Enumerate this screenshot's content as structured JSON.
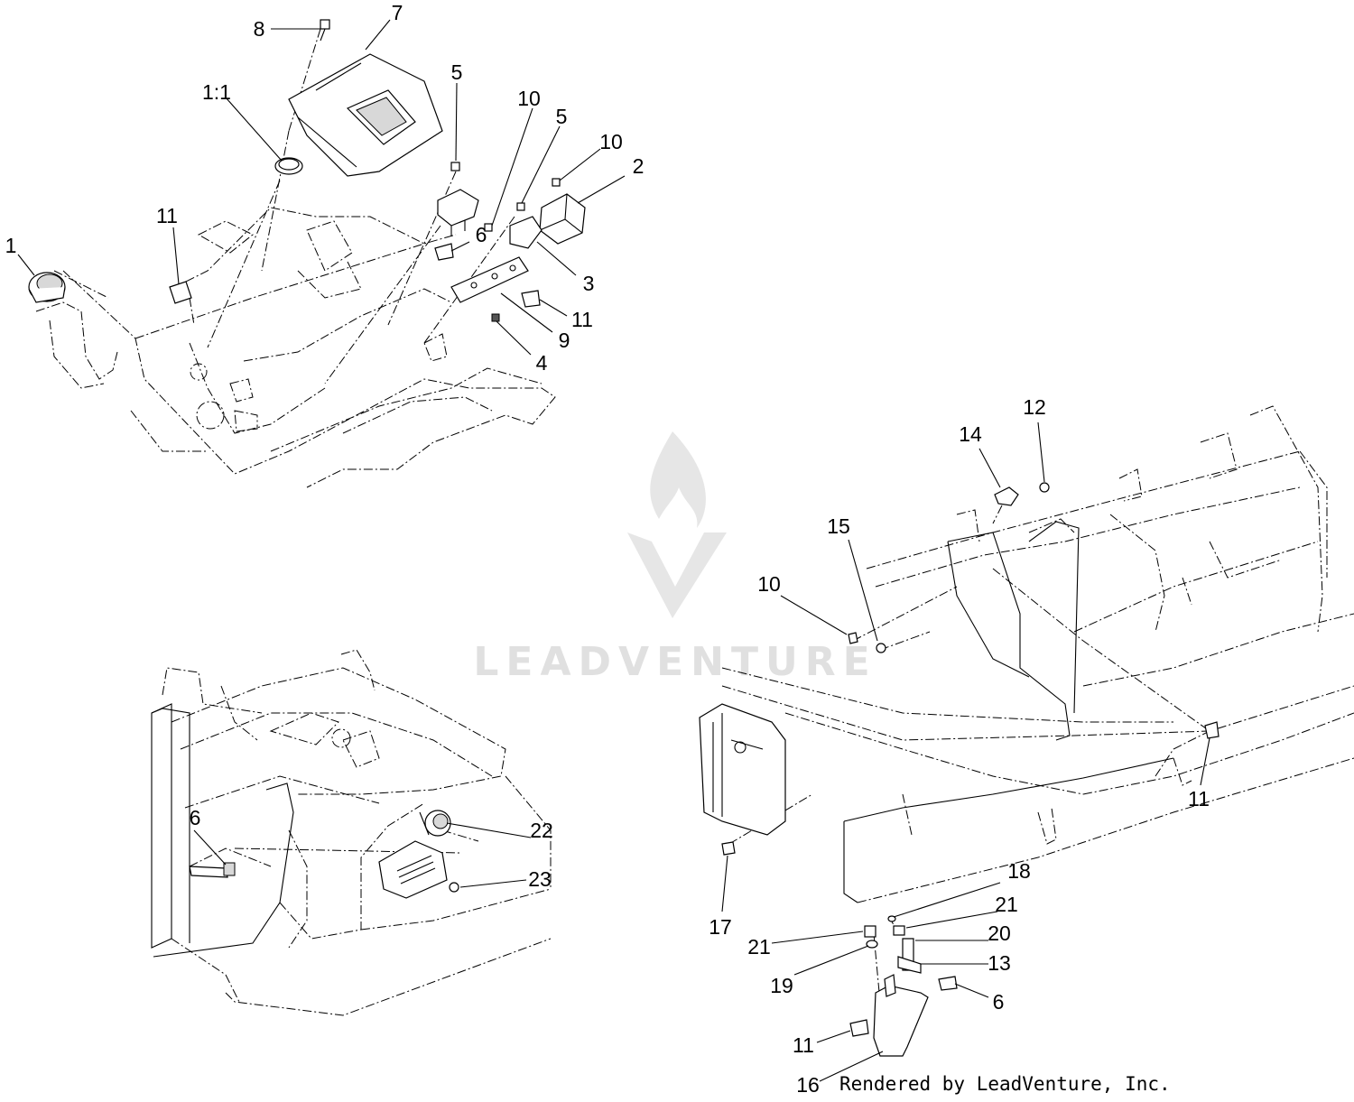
{
  "callouts": [
    {
      "id": "8",
      "label": "8"
    },
    {
      "id": "7",
      "label": "7"
    },
    {
      "id": "1_1",
      "label": "1:1"
    },
    {
      "id": "5a",
      "label": "5"
    },
    {
      "id": "10a",
      "label": "10"
    },
    {
      "id": "5b",
      "label": "5"
    },
    {
      "id": "10b",
      "label": "10"
    },
    {
      "id": "2",
      "label": "2"
    },
    {
      "id": "11a",
      "label": "11"
    },
    {
      "id": "6a",
      "label": "6"
    },
    {
      "id": "1",
      "label": "1"
    },
    {
      "id": "3",
      "label": "3"
    },
    {
      "id": "11b",
      "label": "11"
    },
    {
      "id": "9",
      "label": "9"
    },
    {
      "id": "4",
      "label": "4"
    },
    {
      "id": "12",
      "label": "12"
    },
    {
      "id": "14",
      "label": "14"
    },
    {
      "id": "15",
      "label": "15"
    },
    {
      "id": "10c",
      "label": "10"
    },
    {
      "id": "11c",
      "label": "11"
    },
    {
      "id": "6b",
      "label": "6"
    },
    {
      "id": "22",
      "label": "22"
    },
    {
      "id": "23",
      "label": "23"
    },
    {
      "id": "18",
      "label": "18"
    },
    {
      "id": "17",
      "label": "17"
    },
    {
      "id": "21a",
      "label": "21"
    },
    {
      "id": "21b",
      "label": "21"
    },
    {
      "id": "20",
      "label": "20"
    },
    {
      "id": "13",
      "label": "13"
    },
    {
      "id": "19",
      "label": "19"
    },
    {
      "id": "6c",
      "label": "6"
    },
    {
      "id": "11d",
      "label": "11"
    },
    {
      "id": "16",
      "label": "16"
    }
  ],
  "credit": "Rendered by LeadVenture, Inc.",
  "watermark": "LEADVENTURE"
}
